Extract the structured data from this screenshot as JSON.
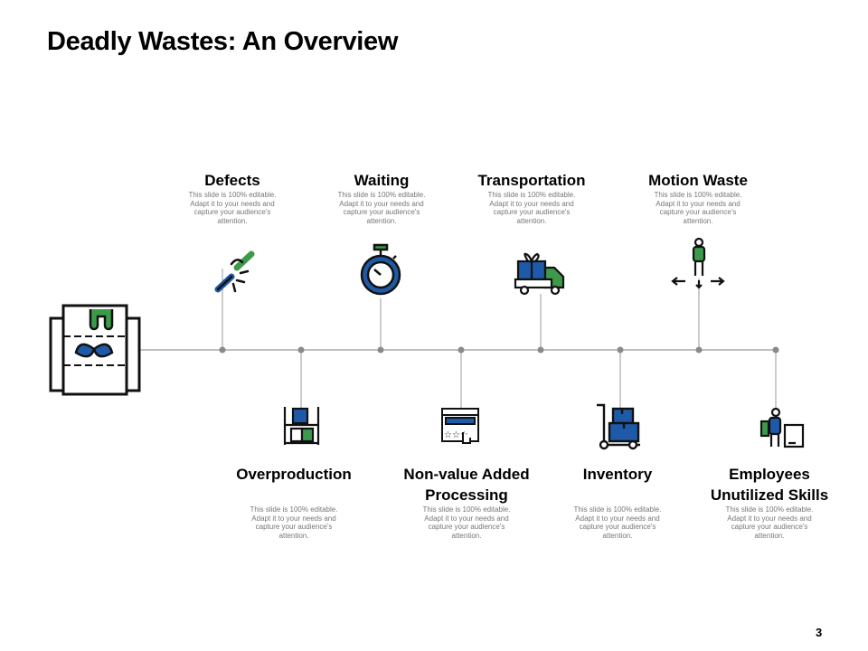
{
  "title": "Deadly Wastes: An Overview",
  "page_number": "3",
  "colors": {
    "blue": "#1f5aa8",
    "green": "#3d9a4a",
    "line": "#999999",
    "dot": "#8a8a8a"
  },
  "items_top": [
    {
      "label": "Defects",
      "description": "This slide is 100% editable. Adapt it to your needs and capture your audience's attention.",
      "icon": "broken-link-icon"
    },
    {
      "label": "Waiting",
      "description": "This slide is 100% editable. Adapt it to your needs and capture your audience's attention.",
      "icon": "stopwatch-icon"
    },
    {
      "label": "Transportation",
      "description": "This slide is 100% editable. Adapt it to your needs and capture your audience's attention.",
      "icon": "delivery-truck-icon"
    },
    {
      "label": "Motion Waste",
      "description": "This slide is 100% editable. Adapt it to your needs and capture your audience's attention.",
      "icon": "person-arrows-icon"
    }
  ],
  "items_bottom": [
    {
      "label": "Overproduction",
      "description": "This slide is 100% editable. Adapt it to your needs and capture your audience's attention.",
      "icon": "shelf-boxes-icon"
    },
    {
      "label_line1": "Non-value Added",
      "label_line2": "Processing",
      "description": "This slide is 100% editable. Adapt it to your needs and capture your audience's attention.",
      "icon": "web-rating-icon"
    },
    {
      "label": "Inventory",
      "description": "This slide is 100% editable. Adapt it to your needs and capture your audience's attention.",
      "icon": "hand-truck-icon"
    },
    {
      "label_line1": "Employees",
      "label_line2": "Unutilized Skills",
      "description": "This slide is 100% editable. Adapt it to your needs and capture your audience's attention.",
      "icon": "employee-board-icon"
    }
  ],
  "main_icon": "waste-barrel-icon"
}
